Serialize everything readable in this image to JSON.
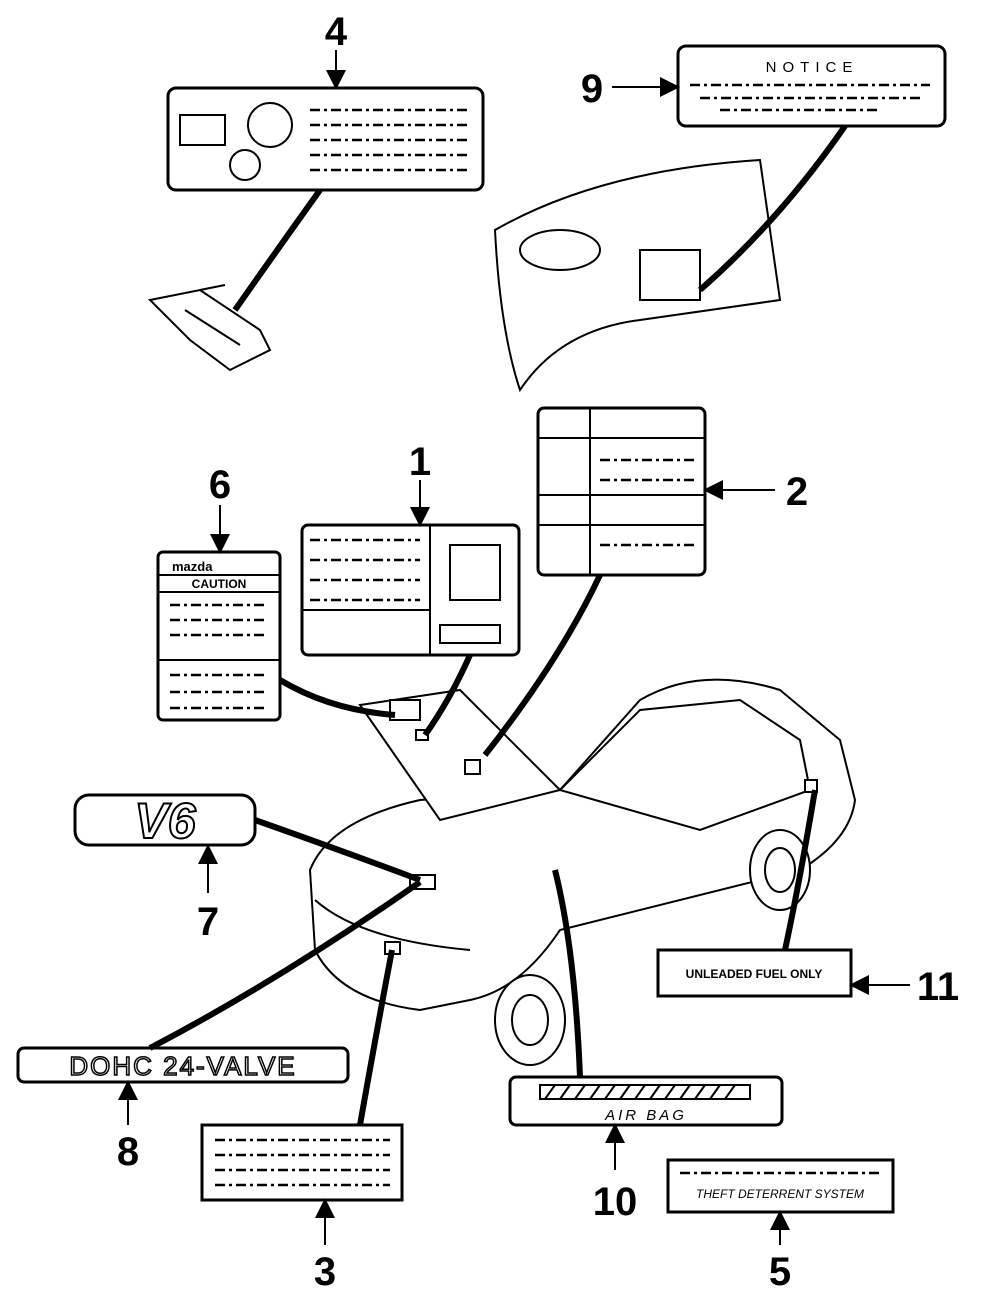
{
  "callouts": [
    "1",
    "2",
    "3",
    "4",
    "5",
    "6",
    "7",
    "8",
    "9",
    "10",
    "11"
  ],
  "labels": {
    "notice": "NOTICE",
    "mazda": "mazda",
    "caution": "CAUTION",
    "v6": "V6",
    "dohc": "DOHC 24-VALVE",
    "airbag": "AIR BAG",
    "unleaded": "UNLEADED FUEL ONLY",
    "theft": "THEFT DETERRENT SYSTEM"
  }
}
